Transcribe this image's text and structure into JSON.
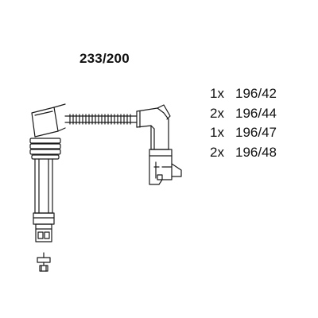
{
  "header": {
    "part_number": "233/200"
  },
  "parts_list": [
    {
      "qty": "1x",
      "code": "196/42"
    },
    {
      "qty": "2x",
      "code": "196/44"
    },
    {
      "qty": "1x",
      "code": "196/47"
    },
    {
      "qty": "2x",
      "code": "196/48"
    }
  ],
  "drawing": {
    "subject": "ignition-cable-set",
    "stroke_color": "#1a1a1a"
  }
}
